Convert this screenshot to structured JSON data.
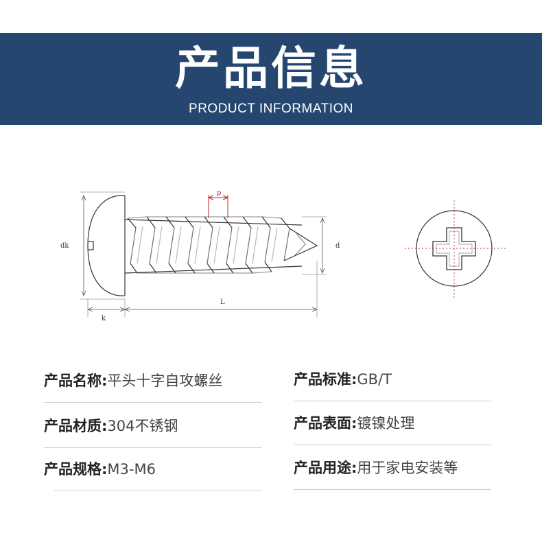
{
  "header": {
    "title": "产品信息",
    "subtitle": "PRODUCT INFORMATION"
  },
  "diagram": {
    "labels": {
      "p": "p",
      "dk": "dk",
      "d": "d",
      "L": "L",
      "k": "k"
    }
  },
  "specs": {
    "left": [
      {
        "label": "产品名称:",
        "value": "平头十字自攻螺丝"
      },
      {
        "label": "产品材质:",
        "value": "304不锈钢"
      },
      {
        "label": "产品规格:",
        "value": "M3-M6"
      }
    ],
    "right": [
      {
        "label": "产品标准:",
        "value": "GB/T"
      },
      {
        "label": "产品表面:",
        "value": "镀镍处理"
      },
      {
        "label": "产品用途:",
        "value": "用于家电安装等"
      }
    ]
  },
  "colors": {
    "banner": "#24466f",
    "dimension_marker": "#c0242b",
    "divider": "#cfcfcf"
  }
}
